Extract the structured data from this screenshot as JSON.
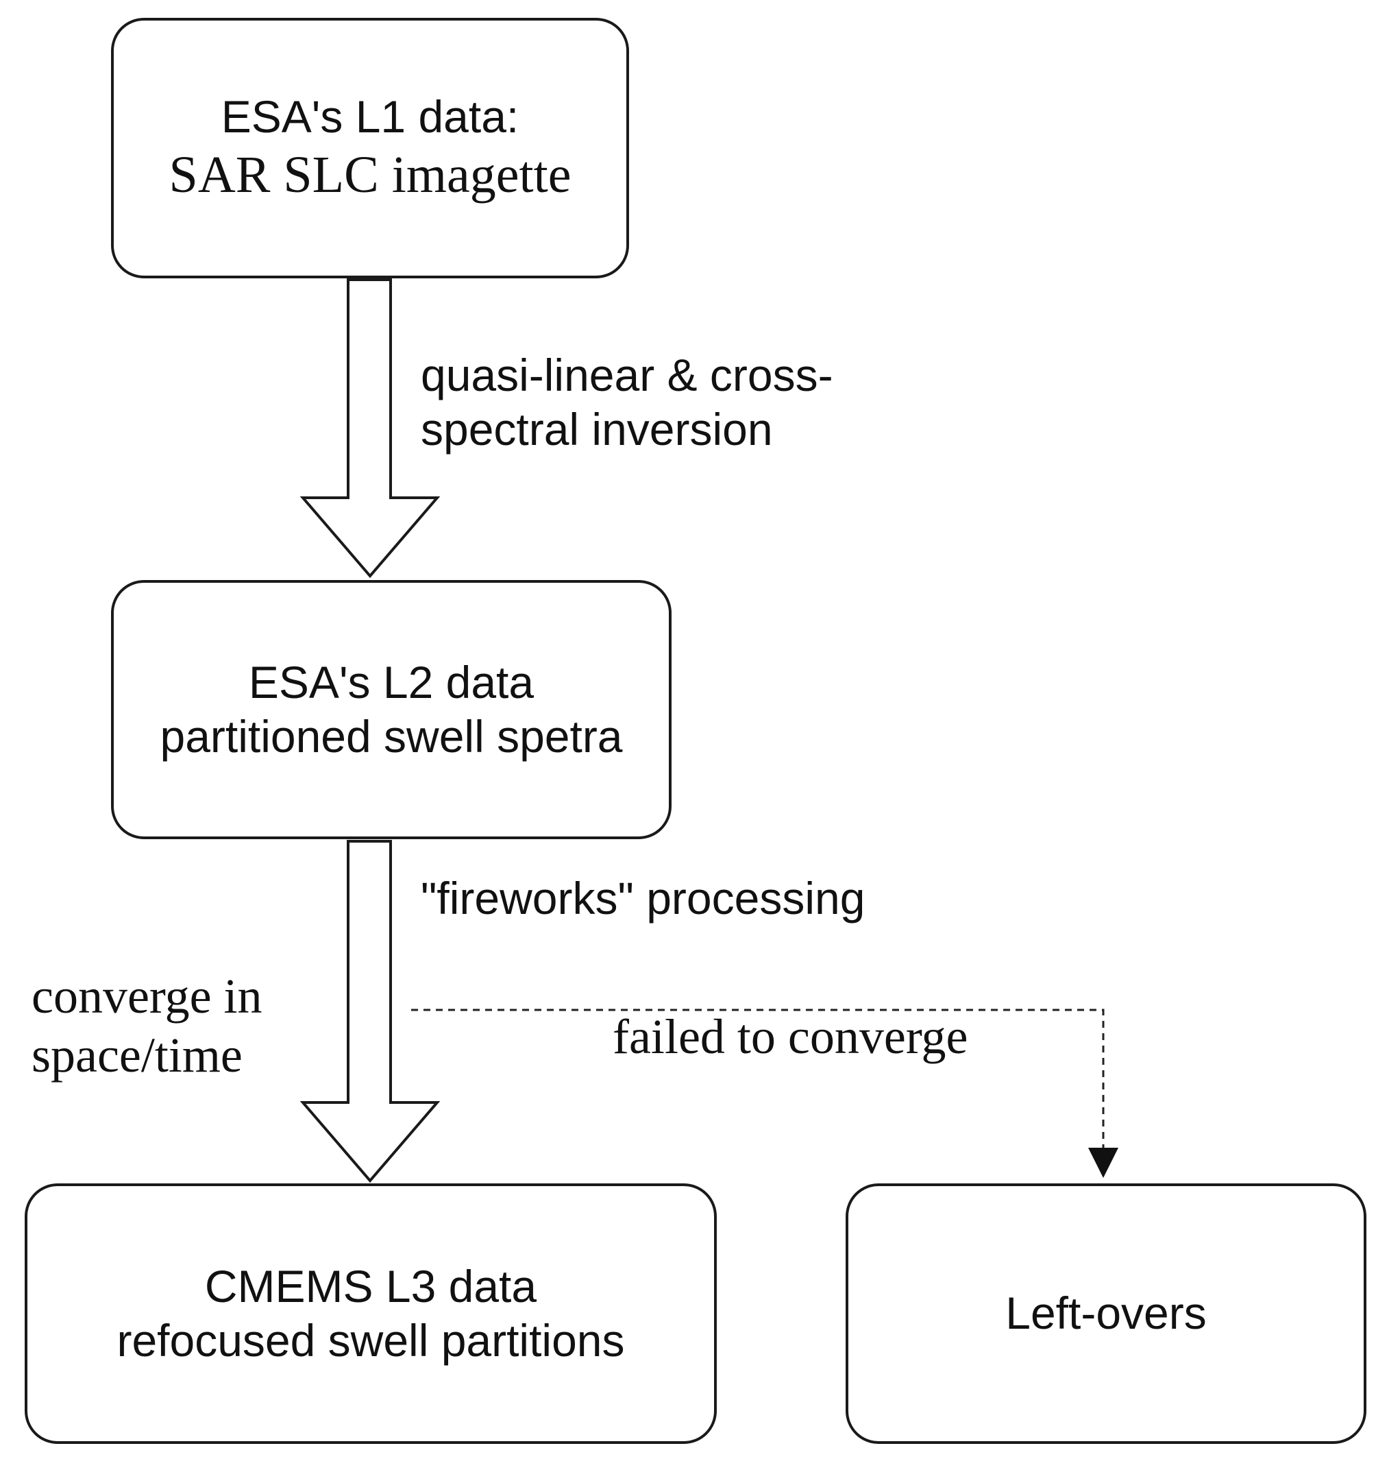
{
  "nodes": {
    "l1": {
      "line1": "ESA's L1 data:",
      "line2": "SAR  SLC imagette"
    },
    "l2": {
      "line1": "ESA's L2 data",
      "line2": "partitioned swell spetra"
    },
    "l3": {
      "line1": "CMEMS L3 data",
      "line2": "refocused swell partitions"
    },
    "leftovers": {
      "line1": "Left-overs"
    }
  },
  "edges": {
    "l1_to_l2": {
      "line1": "quasi-linear & cross-",
      "line2": "spectral inversion"
    },
    "l2_to_l3": {
      "label": "\"fireworks\" processing",
      "side_line1": "converge in",
      "side_line2": "space/time"
    },
    "l2_to_leftovers": {
      "label": "failed to converge"
    }
  }
}
